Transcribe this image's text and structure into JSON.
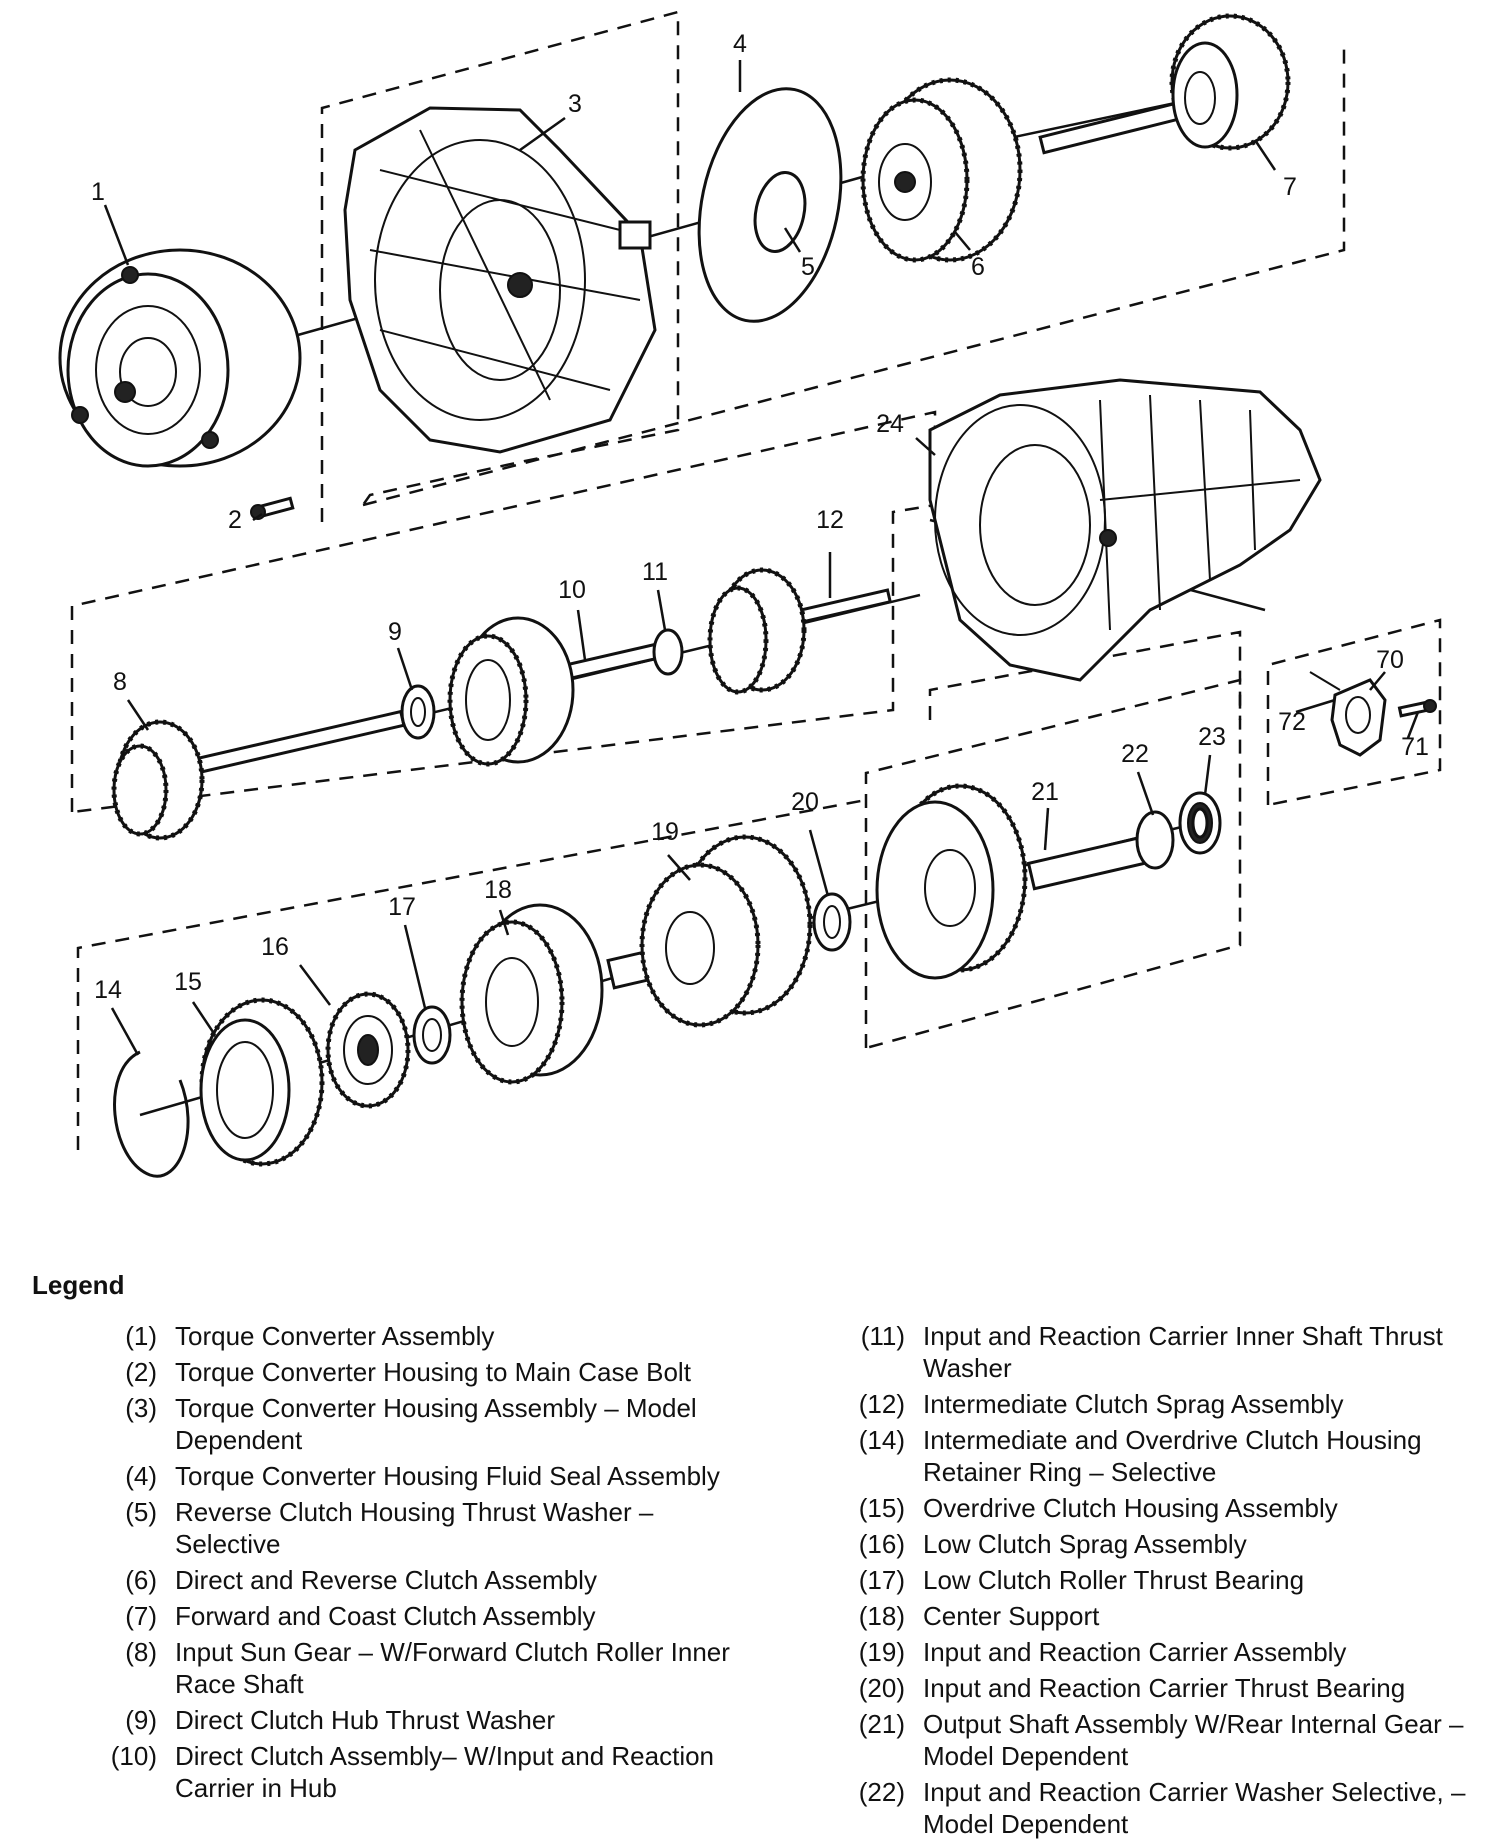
{
  "diagram": {
    "callouts": [
      "1",
      "2",
      "3",
      "4",
      "5",
      "6",
      "7",
      "8",
      "9",
      "10",
      "11",
      "12",
      "14",
      "15",
      "16",
      "17",
      "18",
      "19",
      "20",
      "21",
      "22",
      "23",
      "24",
      "70",
      "71",
      "72"
    ]
  },
  "legend": {
    "title": "Legend",
    "left": [
      {
        "num": "(1)",
        "text": "Torque Converter Assembly"
      },
      {
        "num": "(2)",
        "text": "Torque Converter Housing to Main Case Bolt"
      },
      {
        "num": "(3)",
        "text": "Torque Converter Housing Assembly – Model Dependent"
      },
      {
        "num": "(4)",
        "text": "Torque Converter Housing Fluid Seal Assembly"
      },
      {
        "num": "(5)",
        "text": "Reverse Clutch Housing Thrust Washer – Selective"
      },
      {
        "num": "(6)",
        "text": "Direct and Reverse Clutch Assembly"
      },
      {
        "num": "(7)",
        "text": "Forward and Coast Clutch Assembly"
      },
      {
        "num": "(8)",
        "text": "Input Sun Gear – W/Forward Clutch Roller Inner Race Shaft"
      },
      {
        "num": "(9)",
        "text": "Direct Clutch Hub Thrust Washer"
      },
      {
        "num": "(10)",
        "text": "Direct Clutch Assembly– W/Input and Reaction Carrier in Hub"
      }
    ],
    "right": [
      {
        "num": "(11)",
        "text": "Input and Reaction Carrier Inner Shaft Thrust Washer"
      },
      {
        "num": "(12)",
        "text": "Intermediate Clutch Sprag Assembly"
      },
      {
        "num": "(14)",
        "text": "Intermediate and Overdrive Clutch Housing Retainer Ring – Selective"
      },
      {
        "num": "(15)",
        "text": "Overdrive Clutch Housing Assembly"
      },
      {
        "num": "(16)",
        "text": "Low Clutch Sprag Assembly"
      },
      {
        "num": "(17)",
        "text": "Low Clutch Roller Thrust Bearing"
      },
      {
        "num": "(18)",
        "text": "Center Support"
      },
      {
        "num": "(19)",
        "text": "Input and Reaction Carrier Assembly"
      },
      {
        "num": "(20)",
        "text": "Input and Reaction Carrier Thrust Bearing"
      },
      {
        "num": "(21)",
        "text": "Output Shaft Assembly W/Rear Internal Gear – Model Dependent"
      },
      {
        "num": "(22)",
        "text": "Input and Reaction Carrier Washer Selective, – Model Dependent"
      }
    ]
  }
}
